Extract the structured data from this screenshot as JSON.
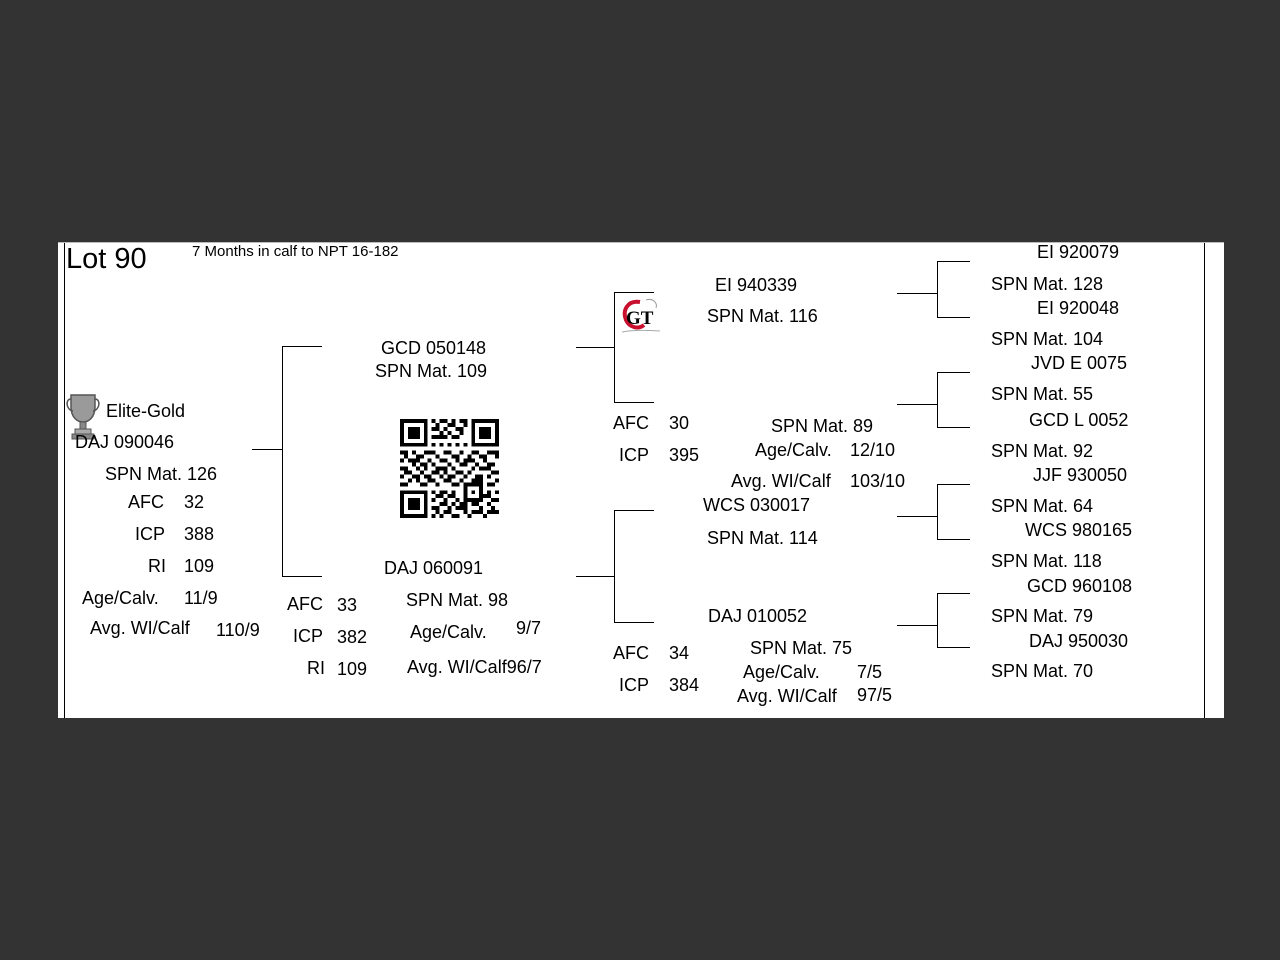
{
  "lot": {
    "title": "Lot 90",
    "note": "7 Months in calf to NPT 16-182"
  },
  "animal": {
    "badge": "Elite-Gold",
    "id": "DAJ 090046",
    "spn": "SPN Mat. 126",
    "stats": [
      {
        "label": "AFC",
        "value": "32"
      },
      {
        "label": "ICP",
        "value": "388"
      },
      {
        "label": "RI",
        "value": "109"
      },
      {
        "label": "Age/Calv.",
        "value": "11/9"
      },
      {
        "label": "Avg. WI/Calf",
        "value": "110/9"
      }
    ]
  },
  "sire": {
    "id": "GCD 050148",
    "spn": "SPN Mat. 109"
  },
  "dam": {
    "id": "DAJ 060091",
    "stats_left": [
      {
        "label": "AFC",
        "value": "33"
      },
      {
        "label": "ICP",
        "value": "382"
      },
      {
        "label": "RI",
        "value": "109"
      }
    ],
    "spn": "SPN Mat. 98",
    "age_label": "Age/Calv.",
    "age_value": "9/7",
    "wi": "Avg. WI/Calf96/7"
  },
  "ss": {
    "id": "EI  940339",
    "spn": "SPN Mat. 116"
  },
  "sd": {
    "afc_label": "AFC",
    "afc_value": "30",
    "icp_label": "ICP",
    "icp_value": "395",
    "spn": "SPN Mat. 89",
    "age_label": "Age/Calv.",
    "age_value": "12/10",
    "wi_label": "Avg. WI/Calf",
    "wi_value": "103/10"
  },
  "ds": {
    "id": "WCS 030017",
    "spn": "SPN Mat. 114"
  },
  "dd": {
    "id": "DAJ 010052",
    "afc_label": "AFC",
    "afc_value": "34",
    "icp_label": "ICP",
    "icp_value": "384",
    "spn": "SPN Mat. 75",
    "age_label": "Age/Calv.",
    "age_value": "7/5",
    "wi_label": "Avg. WI/Calf",
    "wi_value": "97/5"
  },
  "gen3": [
    {
      "id": "EI  920079",
      "spn": "SPN Mat. 128"
    },
    {
      "id": "EI  920048",
      "spn": "SPN Mat. 104"
    },
    {
      "id": "JVD E 0075",
      "spn": "SPN Mat. 55"
    },
    {
      "id": "GCD L 0052",
      "spn": "SPN Mat. 92"
    },
    {
      "id": "JJF 930050",
      "spn": "SPN Mat. 64"
    },
    {
      "id": "WCS 980165",
      "spn": "SPN Mat. 118"
    },
    {
      "id": "GCD 960108",
      "spn": "SPN Mat. 79"
    },
    {
      "id": "DAJ 950030",
      "spn": "SPN Mat. 70"
    }
  ],
  "logo": {
    "text": "GT",
    "color": "#c8102e"
  },
  "icons": {
    "badge": "trophy-icon",
    "code": "qr-code-icon",
    "brand": "gt-logo-icon"
  }
}
